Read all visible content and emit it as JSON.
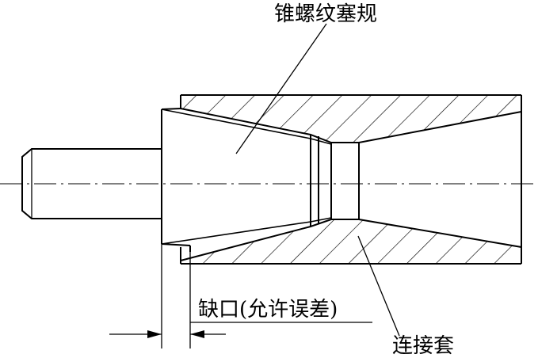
{
  "labels": {
    "plug_gauge": "锥螺纹塞规",
    "notch": "缺口(允许误差)",
    "coupling": "连接套"
  }
}
